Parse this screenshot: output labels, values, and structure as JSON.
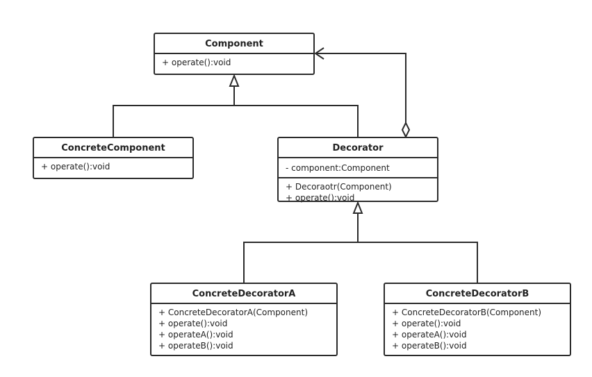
{
  "diagram": {
    "classes": {
      "component": {
        "name": "Component",
        "methods": [
          "+ operate():void"
        ]
      },
      "concrete_component": {
        "name": "ConcreteComponent",
        "methods": [
          "+ operate():void"
        ]
      },
      "decorator": {
        "name": "Decorator",
        "attributes": [
          "- component:Component"
        ],
        "methods": [
          "+ Decoraotr(Component)",
          "+ operate():void"
        ]
      },
      "concrete_decorator_a": {
        "name": "ConcreteDecoratorA",
        "methods": [
          "+ ConcreteDecoratorA(Component)",
          "+ operate():void",
          "+ operateA():void",
          "+ operateB():void"
        ]
      },
      "concrete_decorator_b": {
        "name": "ConcreteDecoratorB",
        "methods": [
          "+ ConcreteDecoratorB(Component)",
          "+ operate():void",
          "+ operateA():void",
          "+ operateB():void"
        ]
      }
    },
    "relationships": [
      {
        "type": "generalization",
        "from": "ConcreteComponent",
        "to": "Component"
      },
      {
        "type": "generalization",
        "from": "Decorator",
        "to": "Component"
      },
      {
        "type": "aggregation",
        "from": "Decorator",
        "to": "Component"
      },
      {
        "type": "generalization",
        "from": "ConcreteDecoratorA",
        "to": "Decorator"
      },
      {
        "type": "generalization",
        "from": "ConcreteDecoratorB",
        "to": "Decorator"
      }
    ],
    "colors": {
      "line": "#2b2b2b",
      "background": "#ffffff"
    }
  }
}
